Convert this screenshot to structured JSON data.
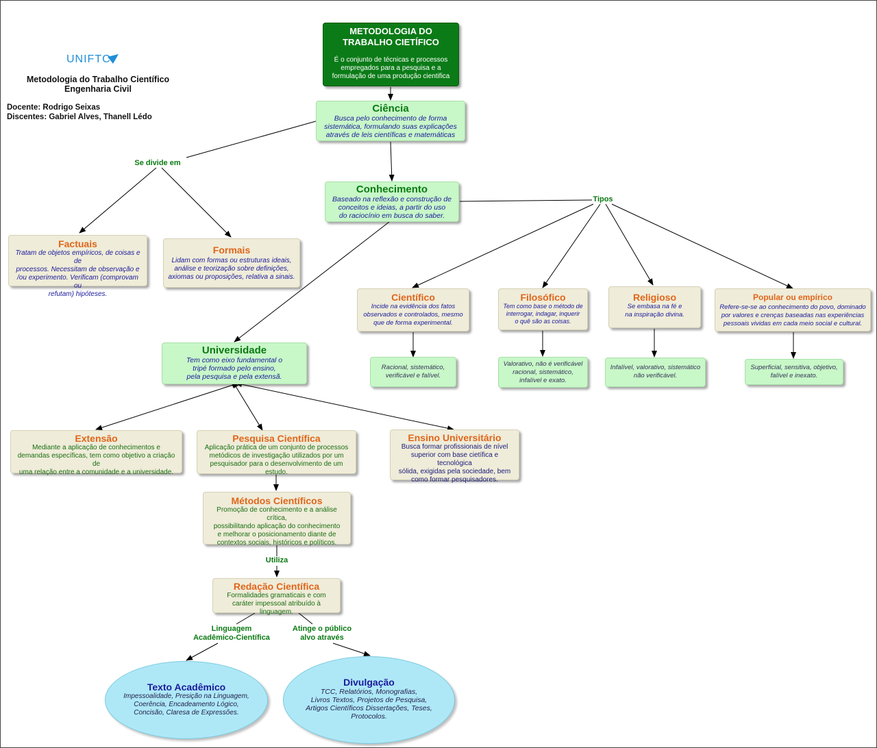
{
  "header": {
    "logo_text": "UNIFTC",
    "course_title": "Metodologia do Trabalho Científico",
    "course_subtitle": "Engenharia Civil",
    "docente": "Docente: Rodrigo Seixas",
    "discentes": "Discentes: Gabriel Alves, Thanell Lédo"
  },
  "nodes": {
    "root": {
      "title": "METODOLOGIA DO\nTRABALHO CIETÍFICO",
      "desc": "É o conjunto de técnicas e processos\nempregados para a pesquisa e a\nformulação de uma produção cientifica"
    },
    "ciencia": {
      "title": "Ciência",
      "desc": "Busca pelo conhecimento de forma\nsistemática, formulando suas explicações\natravés de leis científicas e matemáticas"
    },
    "conhecimento": {
      "title": "Conhecimento",
      "desc": "Baseado na reflexão e construção de\nconceitos e ideias, a partir do uso\ndo raciocínio em busca do saber."
    },
    "factuais": {
      "title": "Factuais",
      "desc": "Tratam de objetos empíricos, de coisas e de\nprocessos. Necessitam de observação e\n/ou experimento. Verificam (comprovam ou\nrefutam) hipóteses."
    },
    "formais": {
      "title": "Formais",
      "desc": "Lidam com formas ou estruturas ideais,\nanálise e teorização sobre definições,\naxiomas ou proposições, relativa a sinais."
    },
    "cientifico": {
      "title": "Científico",
      "desc": "Incide na evidência dos fatos\nobservados e controlados, mesmo\nque de forma experimental."
    },
    "filosofico": {
      "title": "Filosófico",
      "desc": "Tem como base o método de\ninterrogar, indagar, inquerir\no quê são as coisas."
    },
    "religioso": {
      "title": "Religioso",
      "desc": "Se embasa na fé e\nna inspiração divina."
    },
    "popular": {
      "title": "Popular ou empírico",
      "desc": "Refere-se-se ao conhecimento do povo, dominado\npor valores e crenças baseadas nas experiências\npessoais vividas em cada meio social e cultural."
    },
    "cientifico_attr": {
      "desc": "Racional, sistemático,\nverificável e falível."
    },
    "filosofico_attr": {
      "desc": "Valorativo, não é verificável\nracional, sistemático,\ninfalível e exato."
    },
    "religioso_attr": {
      "desc": "Infalível, valorativo, sistemático\nnão verificável."
    },
    "popular_attr": {
      "desc": "Superficial, sensitiva, objetivo,\nfalível e inexato."
    },
    "universidade": {
      "title": "Universidade",
      "desc": "Tem como eixo fundamental o\ntripé formado pelo ensino,\npela pesquisa e pela extensã."
    },
    "extensao": {
      "title": "Extensão",
      "desc": "Mediante a aplicação de conhecimentos e\ndemandas específicas, tem como objetivo a criação de\numa relação entre a comunidade e a universidade."
    },
    "pesquisa": {
      "title": "Pesquisa Científica",
      "desc": "Aplicação prática de um conjunto de processos\nmetódicos de investigação utilizados por um\npesquisador para o desenvolvimento de um estudo."
    },
    "ensino": {
      "title": "Ensino Universitário",
      "desc": "Busca formar profissionais de nível\nsuperior com base cietífica e tecnológica\nsólida, exigidas pela sociedade, bem\ncomo formar pesquisadores."
    },
    "metodos": {
      "title": "Métodos Científicos",
      "desc": "Promoção de conhecimento e a análise crítica,\npossibilitando aplicação do conhecimento\ne melhorar o posicionamento diante de\ncontextos sociais, históricos e políticos."
    },
    "redacao": {
      "title": "Redação Científica",
      "desc": "Formalidades gramaticais e com\ncaráter impessoal atribuído à linguagem."
    },
    "texto": {
      "title": "Texto Acadêmico",
      "desc": "Impessoalidade, Presição na Linguagem,\nCoerência, Encadeamento Lógico,\nConcisão, Claresa de Expressões."
    },
    "divulgacao": {
      "title": "Divulgação",
      "desc": "TCC, Relatórios, Monografias,\nLivros Textos, Projetos de Pesquisa,\nArtigos Científicos Dissertações, Teses,\nProtocolos."
    }
  },
  "labels": {
    "se_divide": "Se divide em",
    "tipos": "Tipos",
    "utiliza": "Utiliza",
    "linguagem": "Linguagem\nAcadêmico-Científica",
    "atinge": "Atinge o público\nalvo através"
  },
  "colors": {
    "orange_title": "#e0661a",
    "green_title": "#0a7a12",
    "beige_node": "#efecd9",
    "green_node": "#c8f7c8",
    "root_node": "#0b7b17",
    "ellipse_node": "#aee8f7"
  }
}
